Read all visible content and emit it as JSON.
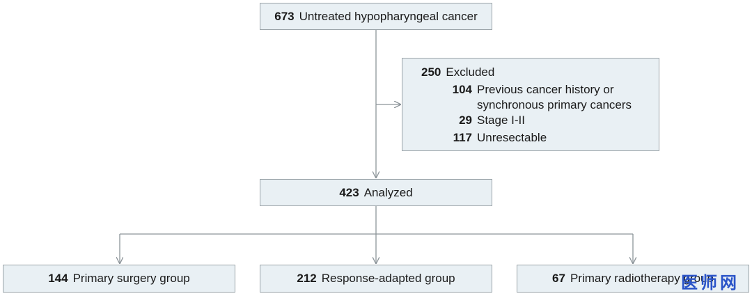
{
  "nodes": {
    "total": {
      "count": "673",
      "label": "Untreated hypopharyngeal cancer"
    },
    "excluded": {
      "count": "250",
      "label": "Excluded",
      "reasons": [
        {
          "count": "104",
          "label": "Previous cancer history or synchronous primary cancers"
        },
        {
          "count": "29",
          "label": "Stage I-II"
        },
        {
          "count": "117",
          "label": "Unresectable"
        }
      ]
    },
    "analyzed": {
      "count": "423",
      "label": "Analyzed"
    },
    "groups": [
      {
        "count": "144",
        "label": "Primary surgery group"
      },
      {
        "count": "212",
        "label": "Response-adapted group"
      },
      {
        "count": "67",
        "label": "Primary radiotherapy group"
      }
    ]
  },
  "watermark": {
    "text": "医师网"
  },
  "colors": {
    "box_fill": "#e9f0f4",
    "box_border": "#9aa3a8",
    "arrow": "#8c9499",
    "watermark": "#2a54c8"
  }
}
